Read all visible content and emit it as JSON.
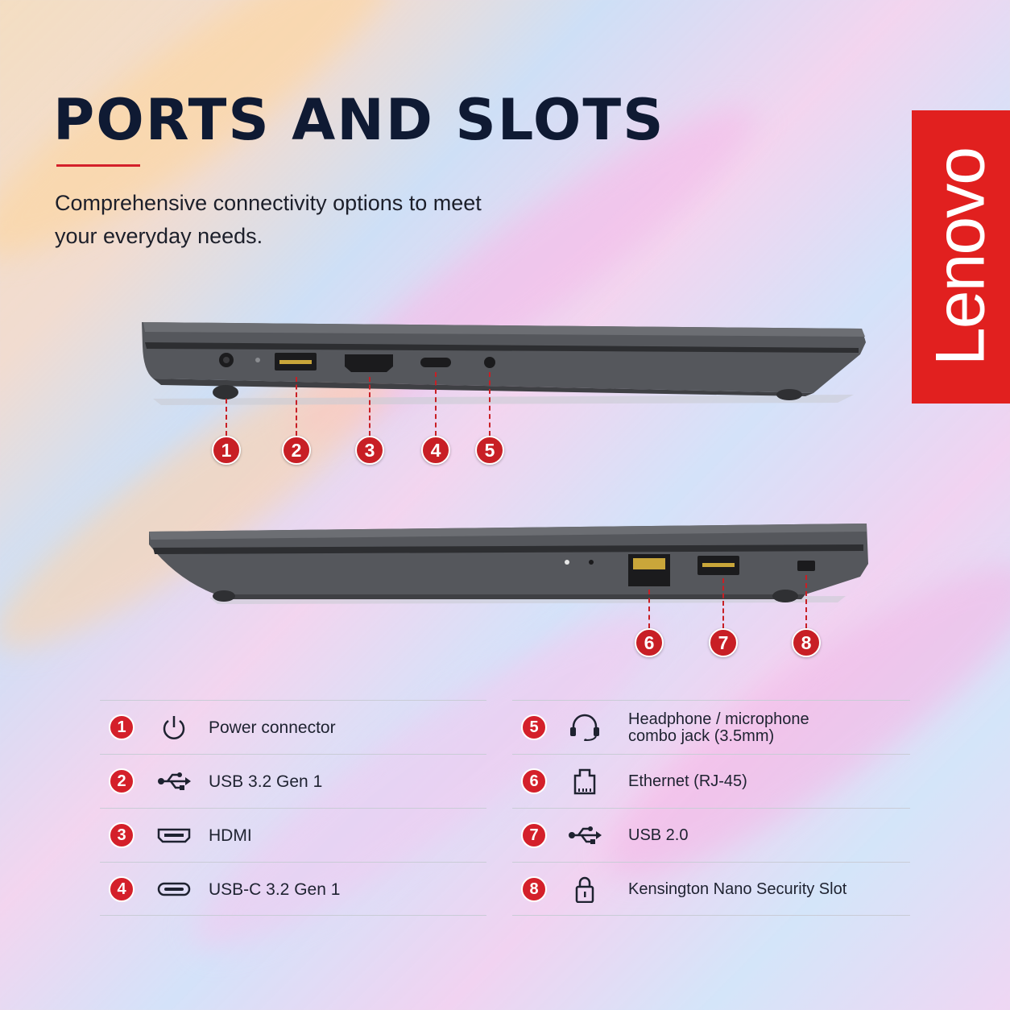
{
  "header": {
    "title": "PORTS AND SLOTS",
    "subtitle": "Comprehensive connectivity options to meet your everyday needs."
  },
  "brand": {
    "logo_text": "Lenovo",
    "color": "#e1201f"
  },
  "accent_color": "#c81f25",
  "callouts": [
    "1",
    "2",
    "3",
    "4",
    "5",
    "6",
    "7",
    "8"
  ],
  "ports": [
    {
      "number": "1",
      "icon": "power-icon",
      "label": "Power connector"
    },
    {
      "number": "2",
      "icon": "usb-icon",
      "label": "USB 3.2 Gen 1"
    },
    {
      "number": "3",
      "icon": "hdmi-icon",
      "label": "HDMI"
    },
    {
      "number": "4",
      "icon": "usb-c-icon",
      "label": "USB-C 3.2 Gen 1"
    },
    {
      "number": "5",
      "icon": "headset-icon",
      "label": "Headphone / microphone\ncombo jack (3.5mm)"
    },
    {
      "number": "6",
      "icon": "ethernet-icon",
      "label": "Ethernet (RJ-45)"
    },
    {
      "number": "7",
      "icon": "usb-icon",
      "label": "USB 2.0"
    },
    {
      "number": "8",
      "icon": "lock-icon",
      "label": "Kensington Nano Security Slot"
    }
  ]
}
